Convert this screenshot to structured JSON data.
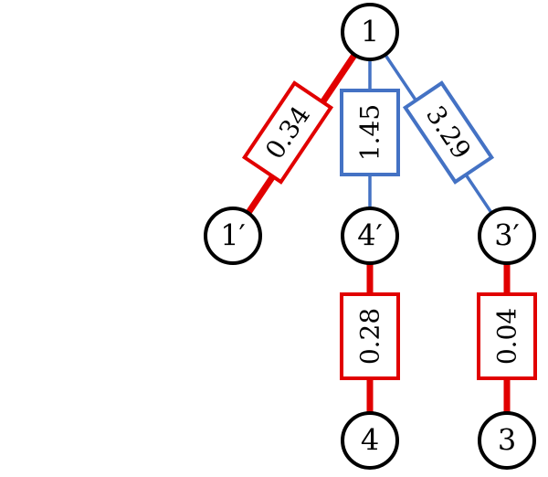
{
  "colors": {
    "red": "#e10000",
    "blue": "#4472c4",
    "node_stroke": "#000000",
    "node_fill": "#ffffff",
    "label_fill": "#ffffff"
  },
  "nodes": [
    {
      "id": "n1",
      "label": "1"
    },
    {
      "id": "n1p",
      "label": "1′"
    },
    {
      "id": "n4p",
      "label": "4′"
    },
    {
      "id": "n3p",
      "label": "3′"
    },
    {
      "id": "n4",
      "label": "4"
    },
    {
      "id": "n3",
      "label": "3"
    }
  ],
  "edges": [
    {
      "id": "e1-1p",
      "from": "n1",
      "to": "n1p",
      "weight": "0.34",
      "color": "red"
    },
    {
      "id": "e1-4p",
      "from": "n1",
      "to": "n4p",
      "weight": "1.45",
      "color": "blue"
    },
    {
      "id": "e1-3p",
      "from": "n1",
      "to": "n3p",
      "weight": "3.29",
      "color": "blue"
    },
    {
      "id": "e4p-4",
      "from": "n4p",
      "to": "n4",
      "weight": "0.28",
      "color": "red"
    },
    {
      "id": "e3p-3",
      "from": "n3p",
      "to": "n3",
      "weight": "0.04",
      "color": "red"
    }
  ]
}
